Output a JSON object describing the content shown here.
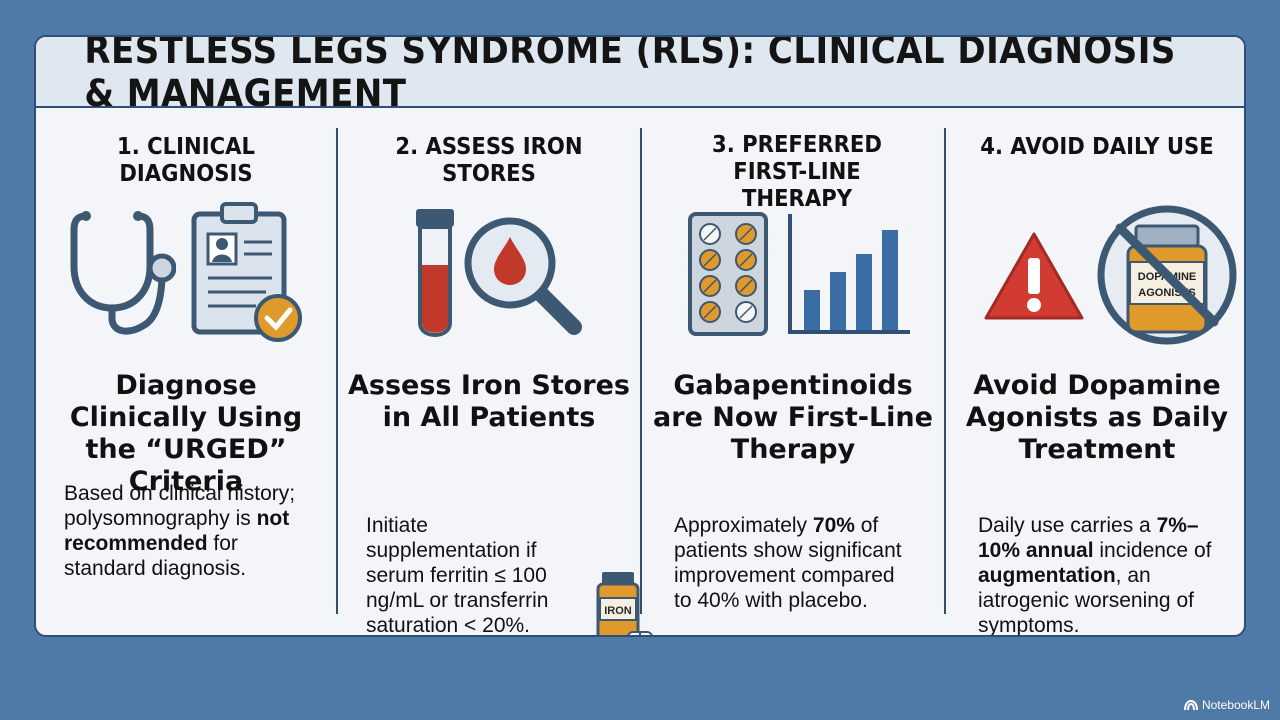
{
  "title": "RESTLESS LEGS SYNDROME (RLS): CLINICAL DIAGNOSIS & MANAGEMENT",
  "brand": "NotebookLM",
  "colors": {
    "background": "#4f7aa8",
    "panel": "#f3f5f8",
    "navy": "#2f4f74",
    "blood_red": "#c0392b",
    "amber": "#e09a2c",
    "chart_blue": "#3a6ea5"
  },
  "columns": [
    {
      "heading": "1. CLINICAL DIAGNOSIS",
      "icons": [
        "stethoscope-icon",
        "clipboard-check-icon"
      ],
      "headline": "Diagnose Clinically Using the “URGED” Criteria",
      "body": {
        "p1": "Based on clinical history; polysomnography is ",
        "b1": "not recommended",
        "p2": " for standard diagnosis."
      }
    },
    {
      "heading": "2. ASSESS IRON STORES",
      "icons": [
        "test-tube-icon",
        "magnifier-blood-drop-icon",
        "iron-bottle-icon"
      ],
      "headline": "Assess Iron Stores in All Patients",
      "bottle_label": "IRON",
      "body": {
        "p1": "Initiate supplementation if serum ferritin ≤ 100 ng/mL or transferrin saturation < 20%."
      }
    },
    {
      "heading": "3. PREFERRED FIRST-LINE THERAPY",
      "icons": [
        "pill-blister-icon",
        "bar-chart-icon"
      ],
      "headline": "Gabapentinoids are Now First-Line Therapy",
      "body": {
        "p1": "Approximately ",
        "b1": "70%",
        "p2": " of patients show significant improvement compared to 40% with placebo."
      }
    },
    {
      "heading": "4. AVOID DAILY USE",
      "icons": [
        "warning-icon",
        "prohibited-bottle-icon"
      ],
      "headline": "Avoid Dopamine Agonists as Daily Treatment",
      "bottle_label_line1": "DOPAMINE",
      "bottle_label_line2": "AGONISTS",
      "body": {
        "p1": "Daily use carries a ",
        "b1": "7%–10% annual",
        "p2": " incidence of ",
        "b2": "augmentation",
        "p3": ", an iatrogenic worsening of symptoms."
      }
    }
  ]
}
